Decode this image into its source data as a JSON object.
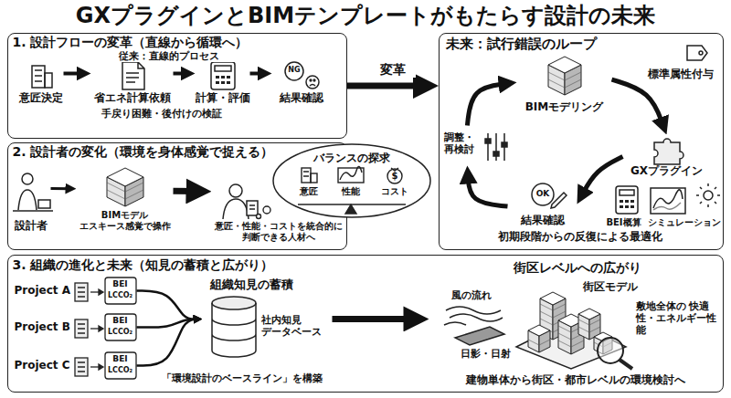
{
  "diagram": {
    "title": "GXプラグインとBIMテンプレートがもたらす設計の未来",
    "nodes": [
      {
        "text": [
          "1. 設計フローの変革（直線から循環へ）"
        ]
      },
      {
        "text": [
          "意匠決定"
        ],
        "in": 0
      },
      {
        "text": [
          "省エネ計算依頼"
        ],
        "in": 0
      },
      {
        "text": [
          "計算・評価"
        ],
        "in": 0
      },
      {
        "text": [
          "結果確認"
        ],
        "in": 0
      },
      {
        "text": [
          "2. 設計者の変化（環境を身体感覚で捉える）"
        ]
      },
      {
        "text": [
          "設計者"
        ],
        "in": 5
      },
      {
        "text": [
          "BIMモデル エスキース感覚で操作"
        ],
        "in": 5
      },
      {
        "text": [
          "意匠・性能・コストを統合的に判断できる人材へ"
        ],
        "in": 5
      },
      {
        "text": [
          "バランスの探求",
          "意匠",
          "性能",
          "コスト"
        ],
        "in": 5
      },
      {
        "text": [
          "未来：試行錯誤のループ",
          "初期段階からの反復による最適化"
        ]
      },
      {
        "text": [
          "BIMモデリング"
        ],
        "in": 10
      },
      {
        "text": [
          "GXプラグイン"
        ],
        "in": 10
      },
      {
        "text": [
          "BEI概算",
          "シミュレーション"
        ],
        "in": 10
      },
      {
        "text": [
          "結果確認"
        ],
        "in": 10
      },
      {
        "text": [
          "調整・再検討"
        ],
        "in": 10
      },
      {
        "text": [
          "3. 組織の進化と未来（知見の蓄積と広がり）"
        ]
      },
      {
        "text": [
          "Project A",
          "BEI",
          "LCCO₂"
        ],
        "in": 16
      },
      {
        "text": [
          "Project B",
          "BEI",
          "LCCO₂"
        ],
        "in": 16
      },
      {
        "text": [
          "Project C",
          "BEI",
          "LCCO₂"
        ],
        "in": 16
      },
      {
        "text": [
          "組織知見の蓄積",
          "社内知見 データベース"
        ],
        "in": 16
      },
      {
        "text": [
          "街区レベルへの広がり",
          "街区モデル",
          "風の流れ",
          "敷地全体の 快適性・エネルギー性能",
          "日影・日射",
          "建物単体から街区・都市レベルの環境検討へ"
        ],
        "in": 16
      }
    ],
    "edges": [
      {
        "from": 1,
        "to": 2,
        "arrow": "to"
      },
      {
        "from": 2,
        "to": 3,
        "arrow": "to"
      },
      {
        "from": 3,
        "to": 4,
        "arrow": "to"
      },
      {
        "from": 6,
        "to": 7,
        "arrow": "to"
      },
      {
        "from": 7,
        "to": 8,
        "arrow": "to"
      },
      {
        "from": 0,
        "to": 10,
        "label": "変革",
        "arrow": "to"
      },
      {
        "from": 11,
        "to": 12,
        "label": "標準属性付与",
        "arrow": "to"
      },
      {
        "from": 12,
        "to": 14,
        "arrow": "to"
      },
      {
        "from": 14,
        "to": 15,
        "arrow": "to"
      },
      {
        "from": 15,
        "to": 11,
        "arrow": "to"
      },
      {
        "from": 17,
        "to": 20,
        "arrow": "to"
      },
      {
        "from": 18,
        "to": 20,
        "arrow": "to"
      },
      {
        "from": 19,
        "to": 20,
        "arrow": "to"
      },
      {
        "from": 20,
        "to": 21,
        "arrow": "to"
      }
    ],
    "labels": [
      "従来：直線的プロセス",
      "手戻り困難・後付けの検証",
      "NG",
      "$",
      "OK",
      "「環境設計のベースライン」を構築"
    ]
  }
}
